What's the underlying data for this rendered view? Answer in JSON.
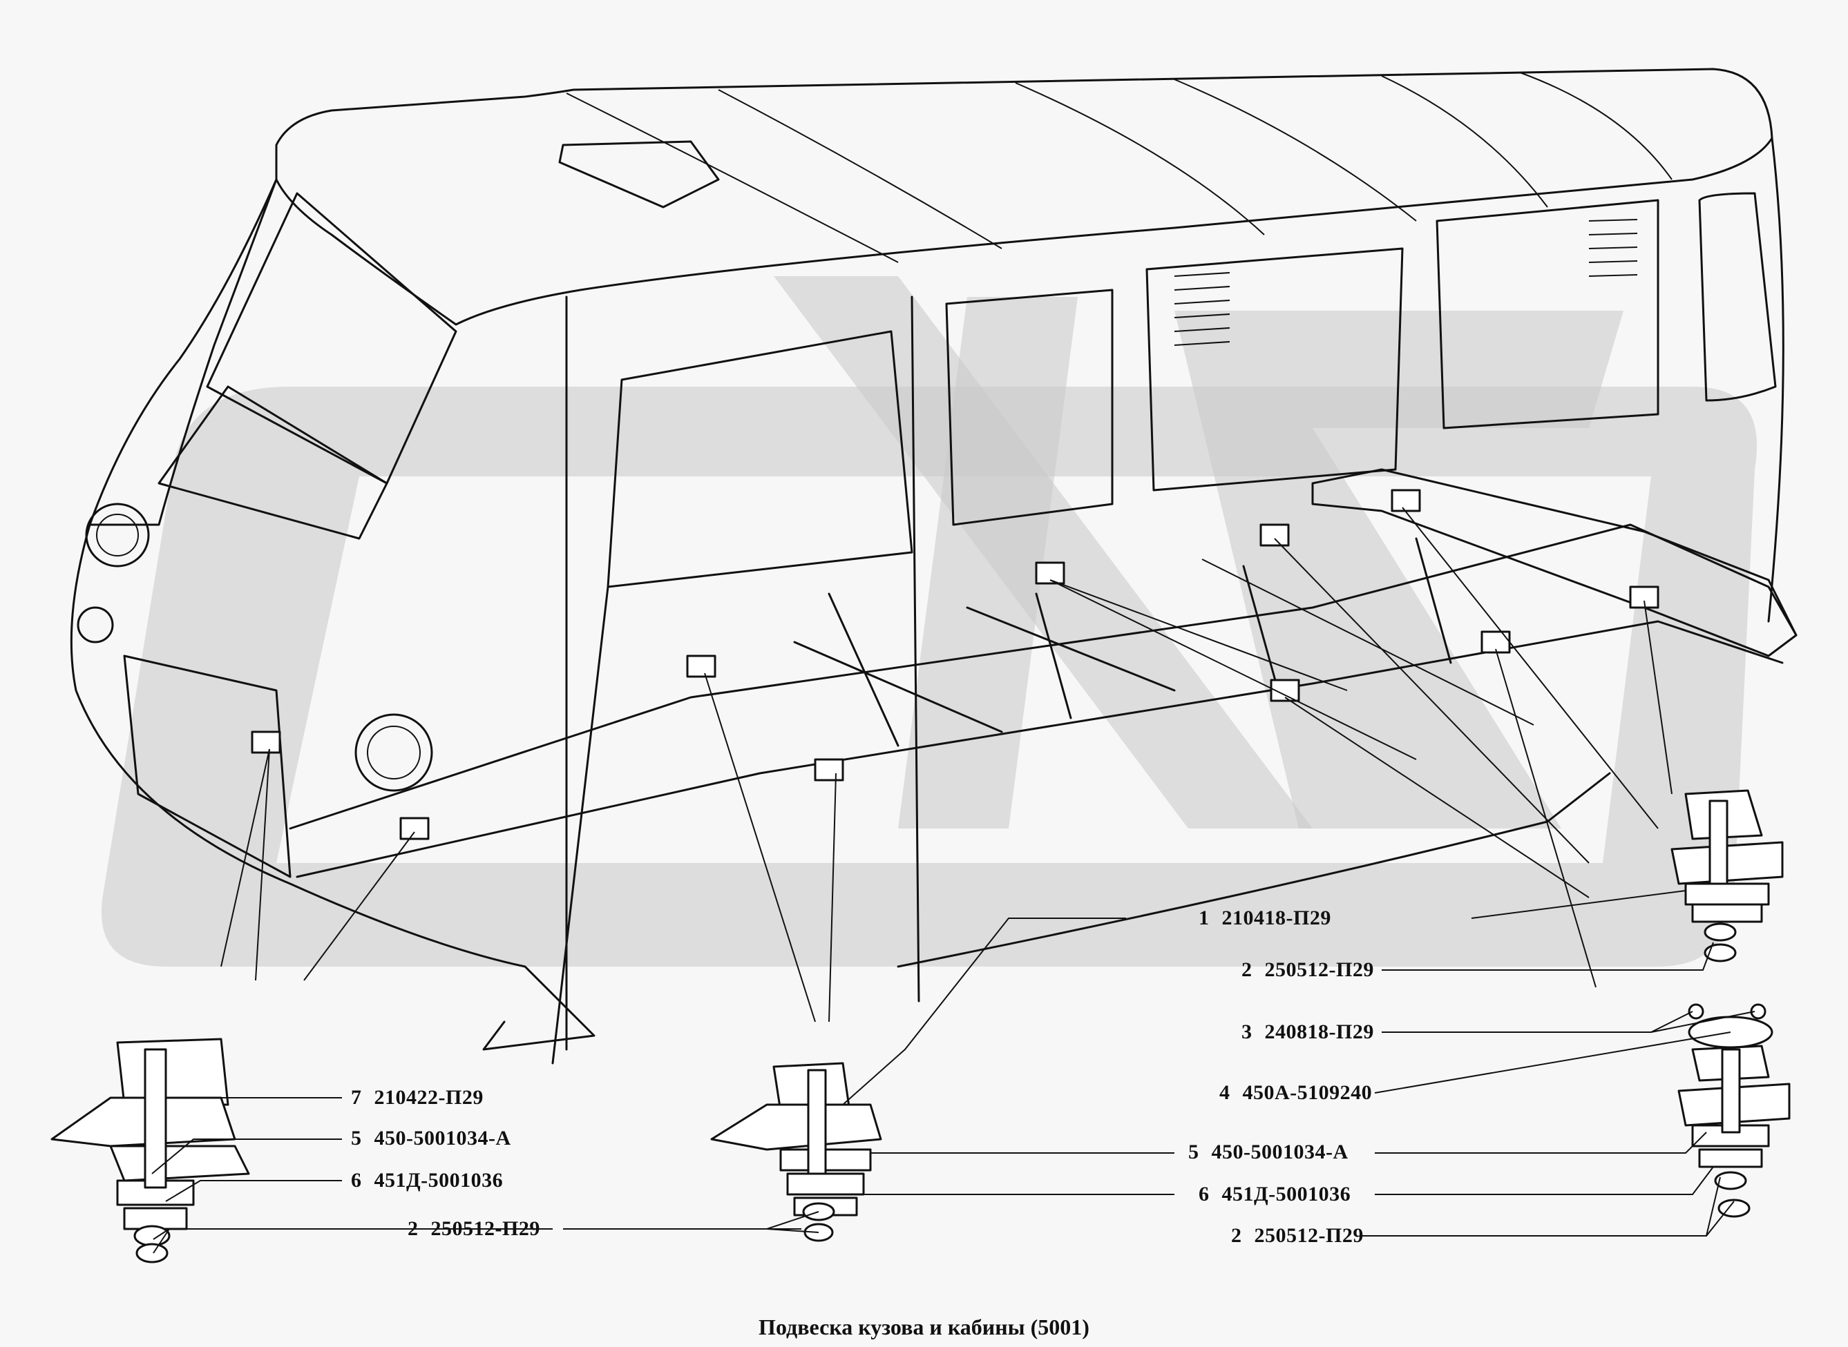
{
  "caption": "Подвеска кузова и кабины (5001)",
  "labels": [
    {
      "num": "1",
      "part": "210418-П29"
    },
    {
      "num": "2",
      "part": "250512-П29"
    },
    {
      "num": "3",
      "part": "240818-П29"
    },
    {
      "num": "4",
      "part": "450А-5109240"
    },
    {
      "num": "5",
      "part": "450-5001034-А"
    },
    {
      "num": "6",
      "part": "451Д-5001036"
    },
    {
      "num": "2",
      "part": "250512-П29"
    },
    {
      "num": "7",
      "part": "210422-П29"
    },
    {
      "num": "5",
      "part": "450-5001034-А"
    },
    {
      "num": "6",
      "part": "451Д-5001036"
    },
    {
      "num": "2",
      "part": "250512-П29"
    }
  ],
  "watermark": "UAZ",
  "colors": {
    "line": "#111111",
    "background": "#f7f7f7",
    "watermark": "#c9c9c9"
  }
}
